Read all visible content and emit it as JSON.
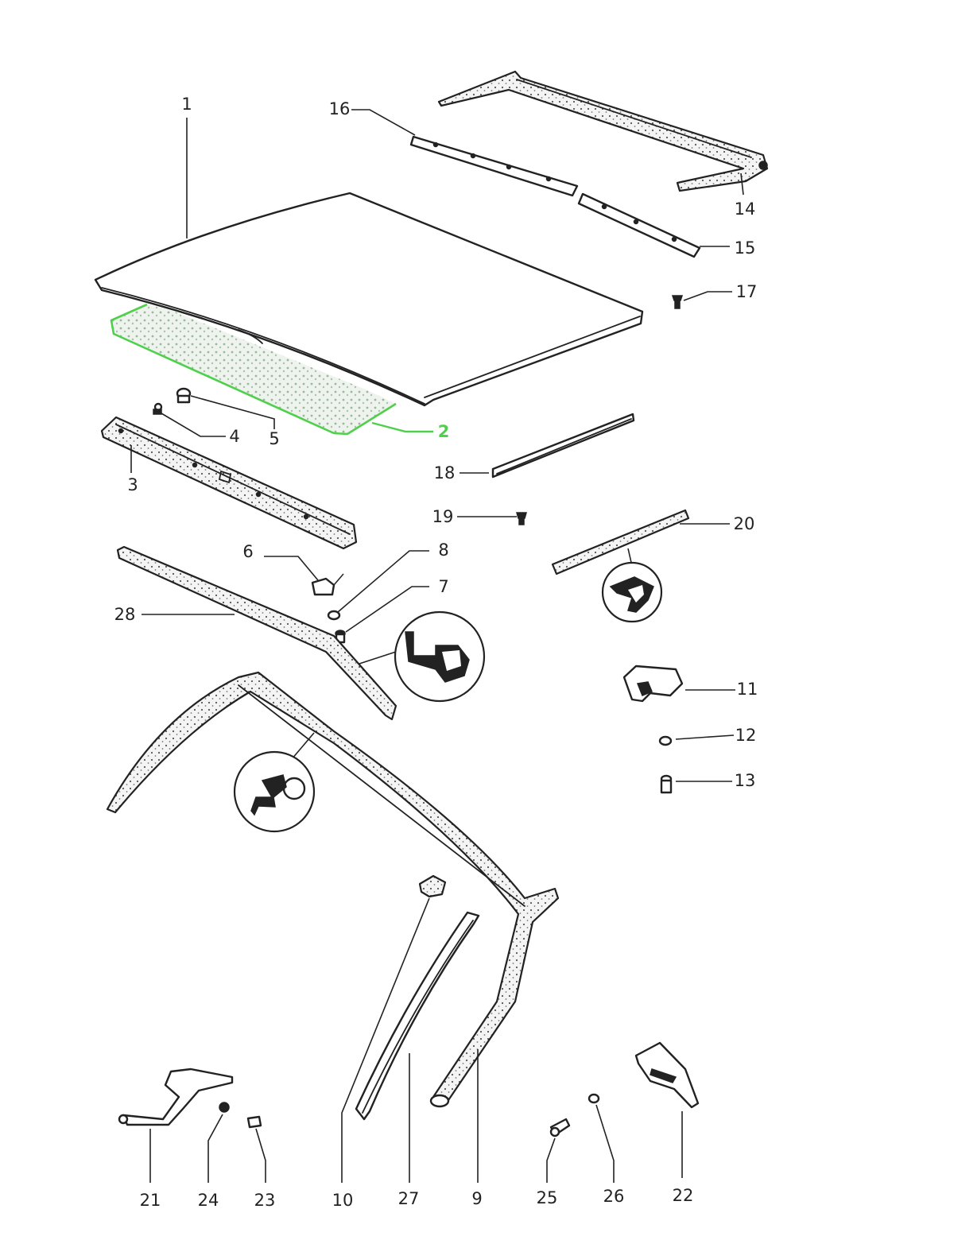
{
  "highlight": {
    "label": "2",
    "color": "#4fd04b"
  },
  "labels": {
    "p1": "1",
    "p3": "3",
    "p4": "4",
    "p5": "5",
    "p6": "6",
    "p7": "7",
    "p8": "8",
    "p9": "9",
    "p10": "10",
    "p11": "11",
    "p12": "12",
    "p13": "13",
    "p14": "14",
    "p15": "15",
    "p16": "16",
    "p17": "17",
    "p18": "18",
    "p19": "19",
    "p20": "20",
    "p21": "21",
    "p22": "22",
    "p23": "23",
    "p24": "24",
    "p25": "25",
    "p26": "26",
    "p27": "27",
    "p28": "28"
  },
  "colors": {
    "line": "#222222",
    "background": "#ffffff"
  }
}
